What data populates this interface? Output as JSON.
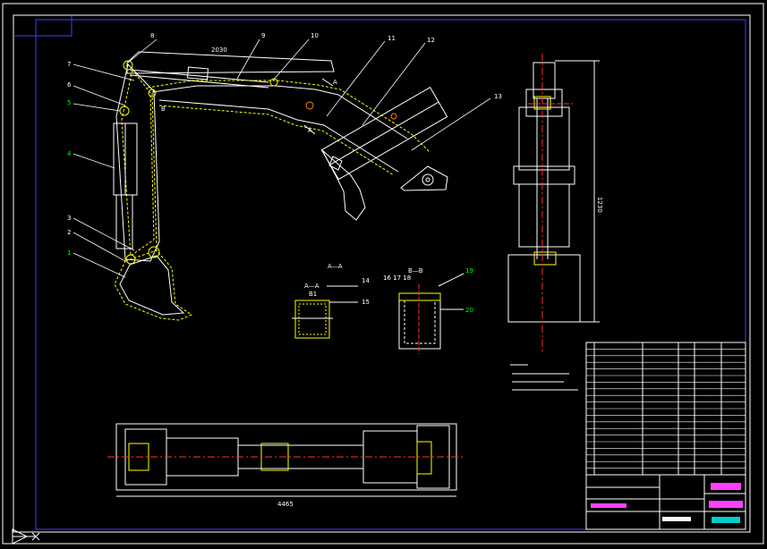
{
  "colors": {
    "background": "#000000",
    "frame": "#ffffff",
    "outer_frame": "#4040ff",
    "part": "#ffffff",
    "hidden": "#ffff00",
    "center_line": "#ff3030",
    "dimension": "#ffffff",
    "leader": "#ffffff",
    "callout_green": "#00ff00",
    "title_magenta": "#ff40ff",
    "title_cyan": "#00ffff"
  },
  "callouts": {
    "c1": "1",
    "c2": "2",
    "c3": "3",
    "c4": "4",
    "c5": "5",
    "c6": "6",
    "c7": "7",
    "c8": "8",
    "c9": "9",
    "c10": "10",
    "c11": "11",
    "c12": "12",
    "c13": "13",
    "c14": "14",
    "c15": "15",
    "c16": "16",
    "c17": "17",
    "c18": "18",
    "c19": "19",
    "c20": "20",
    "c16_18": "16 17 18"
  },
  "sections": {
    "aa": "A—A",
    "aa_small": "A—A",
    "aa_scale": "B1",
    "bb": "B—B",
    "cut_a1": "A",
    "cut_a2": "A",
    "cut_b": "B"
  },
  "dimensions": {
    "side_height": "1230",
    "plan_length": "4465",
    "boom_top": "2030"
  },
  "icons": {
    "ucs": "ucs-arrow-icon"
  }
}
